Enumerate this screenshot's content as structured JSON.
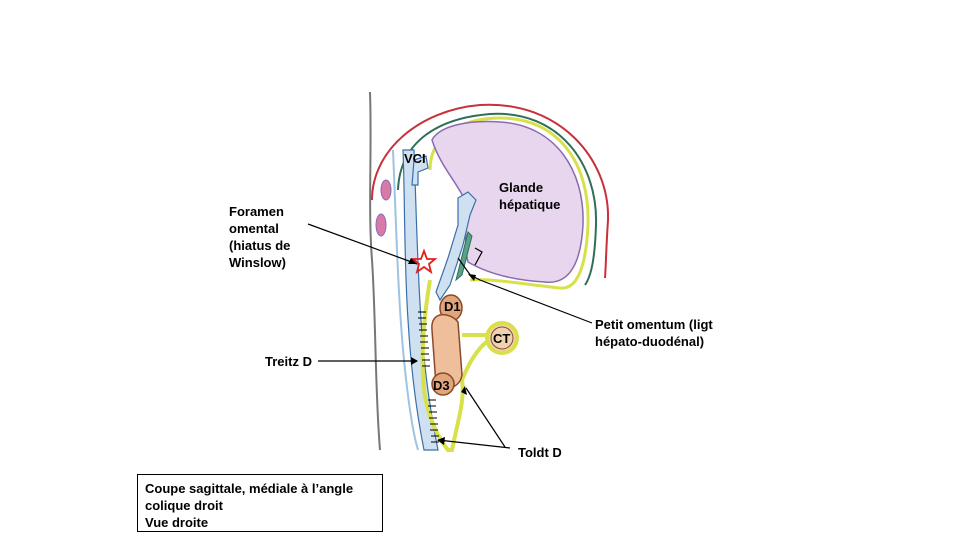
{
  "labels": {
    "vci": "VCI",
    "glande": [
      "Glande",
      "hépatique"
    ],
    "foramen": [
      "Foramen",
      "omental",
      "(hiatus de",
      "Winslow)"
    ],
    "petit_omentum": [
      "Petit omentum (ligt",
      "hépato-duodénal)"
    ],
    "d1": "D1",
    "ct": "CT",
    "treitz": "Treitz D",
    "d3": "D3",
    "toldt": "Toldt D"
  },
  "caption": [
    "Coupe sagittale, médiale à l’angle",
    "colique droit",
    "Vue droite"
  ],
  "colors": {
    "liver_fill": "#e8d6ef",
    "liver_outline": "#8a6bb0",
    "peritoneum": "#d8e04a",
    "green_line": "#2f6f55",
    "red_line": "#c8303a",
    "blue_vessel": "#9fc3e2",
    "duodenum": "#e0a57a",
    "star": "#e02020"
  }
}
